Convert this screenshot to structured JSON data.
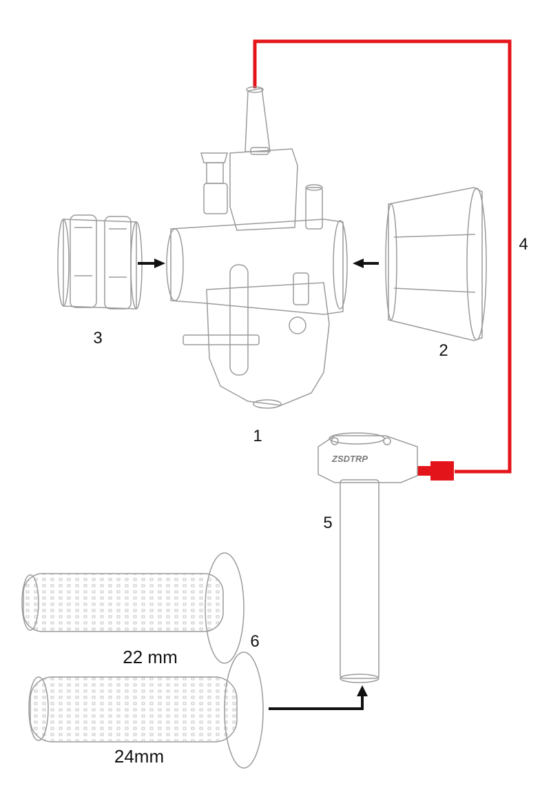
{
  "labels": {
    "carburetor": "1",
    "velocity_stack": "2",
    "intake_clamp": "3",
    "throttle_cable": "4",
    "throttle_tube": "5",
    "grips": "6",
    "grip_small": "22 mm",
    "grip_large": "24mm"
  },
  "brand_text": "ZSDTRP",
  "colors": {
    "cable": "#e3151b",
    "arrow": "#111111",
    "sketch": "#9a9a9a",
    "label": "#111111"
  },
  "icons": [
    "carburetor-icon",
    "velocity-stack-icon",
    "intake-clamp-icon",
    "throttle-tube-icon",
    "grip-icon"
  ]
}
